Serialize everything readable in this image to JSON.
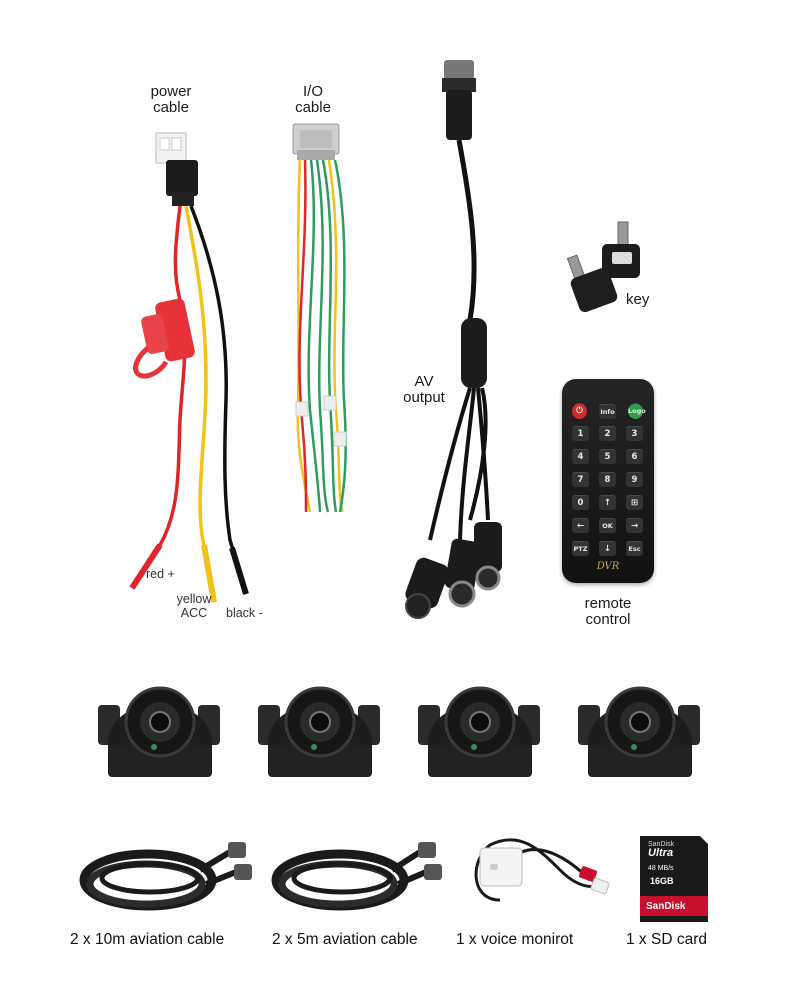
{
  "labels": {
    "power_cable": [
      "power",
      "cable"
    ],
    "io_cable": [
      "I/O",
      "cable"
    ],
    "av_output": [
      "AV",
      "output"
    ],
    "key": "key",
    "remote_control": [
      "remote",
      "control"
    ],
    "red_plus": "red +",
    "yellow_acc": [
      "yellow",
      "ACC"
    ],
    "black_minus": "black -"
  },
  "remote": {
    "keys": [
      [
        "",
        "Info",
        "Logo"
      ],
      [
        "1",
        "2",
        "3"
      ],
      [
        "4",
        "5",
        "6"
      ],
      [
        "7",
        "8",
        "9"
      ],
      [
        "0",
        "↑",
        "⊞"
      ],
      [
        "←",
        "OK",
        "→"
      ],
      [
        "PTZ",
        "↓",
        "Esc"
      ]
    ],
    "brand": "DVR"
  },
  "captions": {
    "aviation_10m": "2 x 10m aviation cable",
    "aviation_5m": "2 x 5m aviation cable",
    "voice_monitor": "1 x voice monirot",
    "sd_card": "1 x SD card"
  },
  "sd_card": {
    "brand_top": "SanDisk",
    "line": "Ultra",
    "capacity": "48 MB/s",
    "capacity_size": "16GB",
    "brand_bottom": "SanDisk"
  },
  "colors": {
    "wire_red": "#e0242b",
    "wire_yellow": "#f2c21b",
    "wire_green": "#2e9c5f",
    "sd_red": "#c8102e"
  }
}
